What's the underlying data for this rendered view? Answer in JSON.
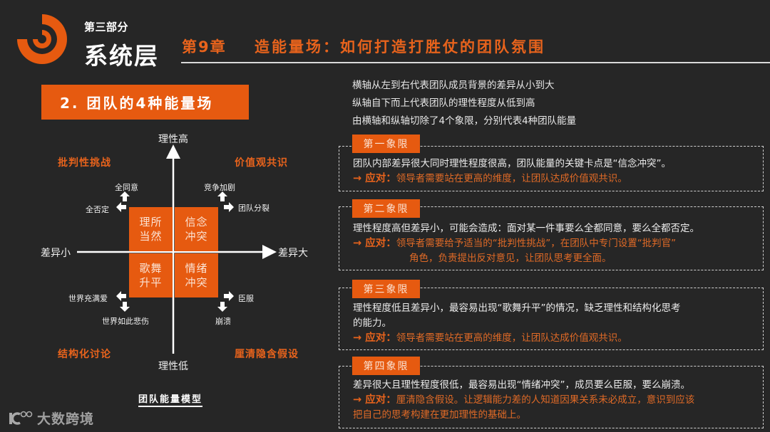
{
  "header": {
    "part_label": "第三部分",
    "section_title": "系统层",
    "chapter_number": "第9章",
    "chapter_title": "造能量场：如何打造打胜仗的团队氛围",
    "accent_color": "#e8631c"
  },
  "subtitle": "2. 团队的4种能量场",
  "diagram": {
    "axis": {
      "top": "理性高",
      "bottom": "理性低",
      "left": "差异小",
      "right": "差异大"
    },
    "corners": {
      "top_left": "批判性挑战",
      "top_right": "价值观共识",
      "bottom_left": "结构化讨论",
      "bottom_right": "厘清隐含假设"
    },
    "quadrants": {
      "top_left": "理所当然",
      "top_right": "信念冲突",
      "bottom_left": "歌舞升平",
      "bottom_right": "情绪冲突"
    },
    "arrows": {
      "top_left": {
        "up": "全同意",
        "left": "全否定"
      },
      "top_right": {
        "up": "竞争加剧",
        "right": "团队分裂"
      },
      "bottom_left": {
        "left": "世界充满爱",
        "down": "世界如此悲伤"
      },
      "bottom_right": {
        "right": "臣服",
        "down": "崩溃"
      }
    },
    "caption": "团队能量模型"
  },
  "intro": [
    "横轴从左到右代表团队成员背景的差异从小到大",
    "纵轴自下而上代表团队的理性程度从低到高",
    "由横轴和纵轴切除了4个象限，分别代表4种团队能量"
  ],
  "response_label": "→ 应对：",
  "cards": [
    {
      "tag": "第一象限",
      "desc": [
        "团队内部差异很大同时理性程度很高，团队能量的关键卡点是“信念冲突”。"
      ],
      "response": [
        "领导者需要站在更高的维度，让团队达成价值观共识。"
      ]
    },
    {
      "tag": "第二象限",
      "desc": [
        "理性程度高但差异小，可能会造成：面对某一件事要么全都同意，要么全都否定。"
      ],
      "response": [
        "领导者需要给予适当的“批判性挑战”，在团队中专门设置“批判官”",
        "角色，负责提出反对意见，让团队思考更全面。"
      ]
    },
    {
      "tag": "第三象限",
      "desc": [
        "理性程度低且差异小，最容易出现“歌舞升平”的情况，缺乏理性和结构化思考",
        "的能力。"
      ],
      "response": [
        "领导者需要站在更高的维度，让团队达成价值观共识。"
      ]
    },
    {
      "tag": "第四象限",
      "desc": [
        "差异很大且理性程度很低，最容易出现“情绪冲突”，成员要么臣服，要么崩溃。"
      ],
      "response": [
        "厘清隐含假设。让逻辑能力差的人知道因果关系未必成立，意识到应该",
        "把自己的思考构建在更加理性的基础上。"
      ]
    }
  ],
  "footer": {
    "brand": "大数跨境"
  }
}
